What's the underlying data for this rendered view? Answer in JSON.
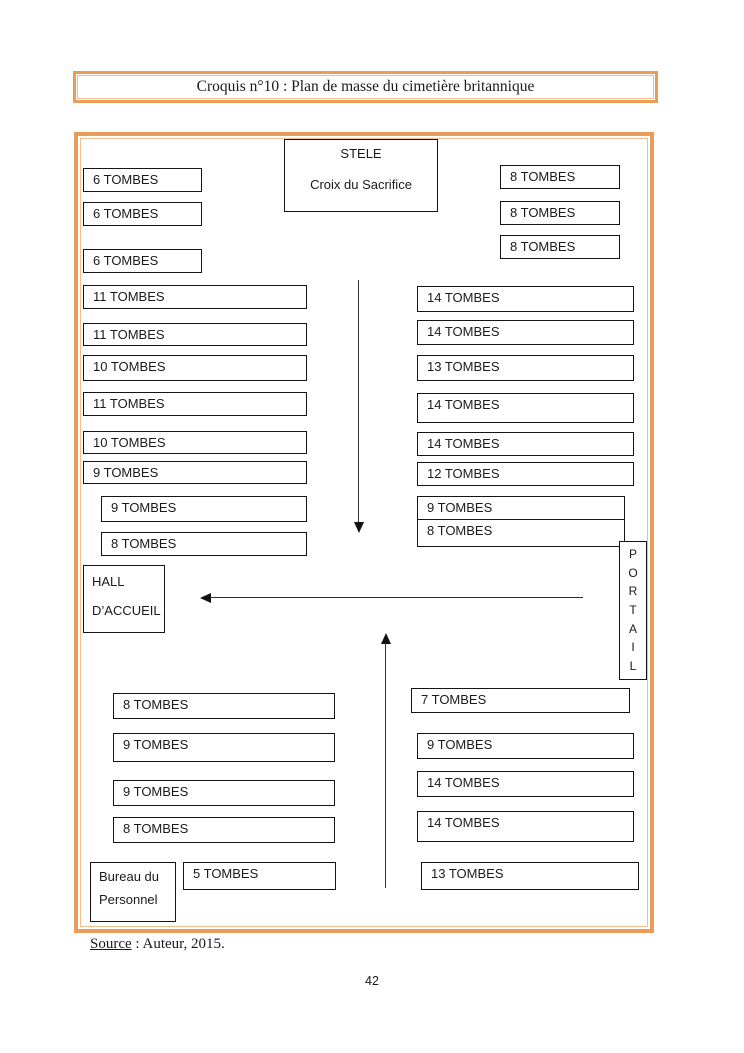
{
  "colors": {
    "accent": "#EC9C59",
    "accent_light": "#F3BE8D",
    "box_border": "#141414",
    "text": "#1A1A1A"
  },
  "page": {
    "caption": "Croquis n°10 : Plan de masse du cimetière britannique",
    "source_label": "Source",
    "source_text": " : Auteur, 2015.",
    "page_number": "42"
  },
  "plan": {
    "stele": {
      "title": "STELE",
      "subtitle": "Croix du Sacrifice"
    },
    "hall": {
      "line1": "HALL",
      "line2": "D’ACCUEIL"
    },
    "bureau": {
      "line1": "Bureau du",
      "line2": "Personnel"
    },
    "portail": {
      "letters": [
        "P",
        "O",
        "R",
        "T",
        "A",
        "I",
        "L"
      ]
    },
    "rows": {
      "top_left": [
        "6 TOMBES",
        "6 TOMBES",
        "6 TOMBES"
      ],
      "top_right": [
        "8 TOMBES",
        "8 TOMBES",
        "8 TOMBES"
      ],
      "mid_left": [
        "11 TOMBES",
        "11 TOMBES",
        "10 TOMBES",
        "11 TOMBES",
        "10 TOMBES",
        "9 TOMBES"
      ],
      "mid_right": [
        "14 TOMBES",
        "14 TOMBES",
        "13 TOMBES",
        "14 TOMBES",
        "14 TOMBES",
        "12 TOMBES"
      ],
      "indent_left": [
        "9 TOMBES",
        "8 TOMBES"
      ],
      "indent_right": [
        "9 TOMBES",
        "8 TOMBES"
      ],
      "bottom_left": [
        "8 TOMBES",
        "9 TOMBES",
        "9 TOMBES",
        "8 TOMBES"
      ],
      "bottom_left_last": "5 TOMBES",
      "bottom_right": [
        "7 TOMBES",
        "9 TOMBES",
        "14 TOMBES",
        "14 TOMBES",
        "13 TOMBES"
      ]
    }
  }
}
